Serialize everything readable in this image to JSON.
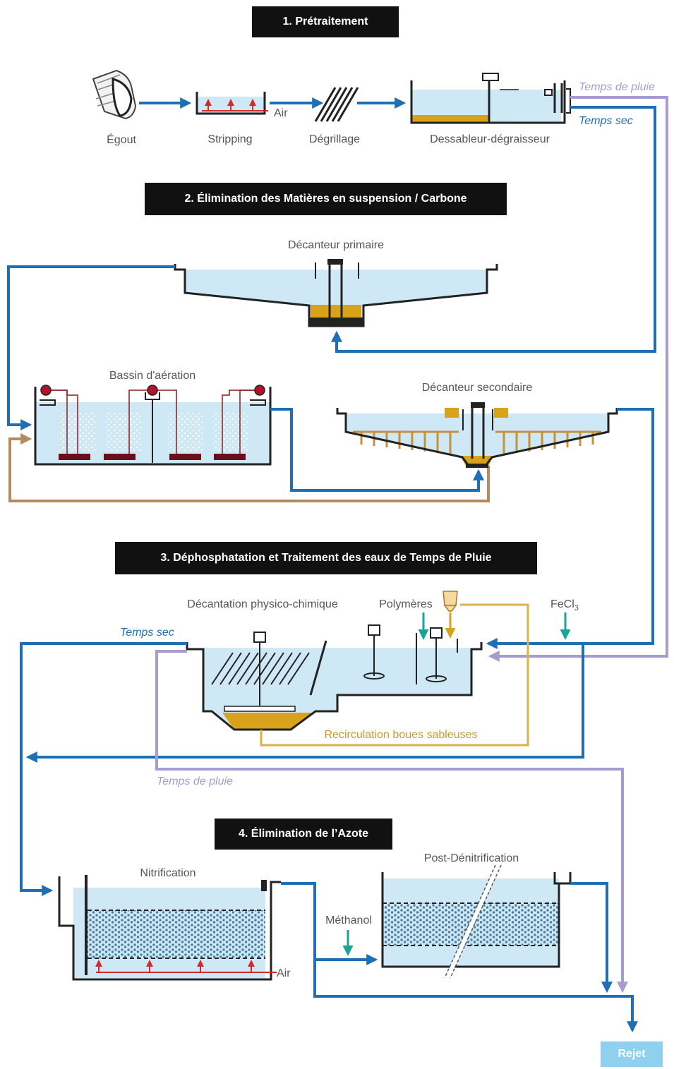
{
  "headers": {
    "h1": "1. Prétraitement",
    "h2": "2. Élimination des Matières en suspension / Carbone",
    "h3": "3. Déphosphatation et Traitement des eaux de Temps de Pluie",
    "h4": "4. Élimination de l’Azote"
  },
  "section1": {
    "egout": "Égout",
    "stripping": "Stripping",
    "air": "Air",
    "degrillage": "Dégrillage",
    "dessableur": "Dessableur-dégraisseur",
    "temps_de_pluie": "Temps de pluie",
    "temps_sec": "Temps sec"
  },
  "section2": {
    "decanteur_primaire": "Décanteur primaire",
    "bassin_aeration": "Bassin d'aération",
    "decanteur_secondaire": "Décanteur secondaire"
  },
  "section3": {
    "decantation": "Décantation physico-chimique",
    "polymeres": "Polymères",
    "fecl3_main": "FeCl",
    "fecl3_sub": "3",
    "temps_sec": "Temps sec",
    "recirculation": "Recirculation boues sableuses",
    "temps_de_pluie": "Temps de pluie"
  },
  "section4": {
    "nitrification": "Nitrification",
    "post_denitrification": "Post-Dénitrification",
    "methanol": "Méthanol",
    "air": "Air"
  },
  "rejet": "Rejet",
  "colors": {
    "water": "#cfe8f6",
    "flow_blue": "#1f6fb6",
    "rain_purple": "#a79bd0",
    "sludge": "#d9a21b",
    "recirc_gold": "#d8b24a",
    "return_brown": "#b58a5c",
    "reagent_teal": "#1aa39a",
    "air_red": "#d22b2b",
    "rejet_bg": "#8fd0ef"
  }
}
